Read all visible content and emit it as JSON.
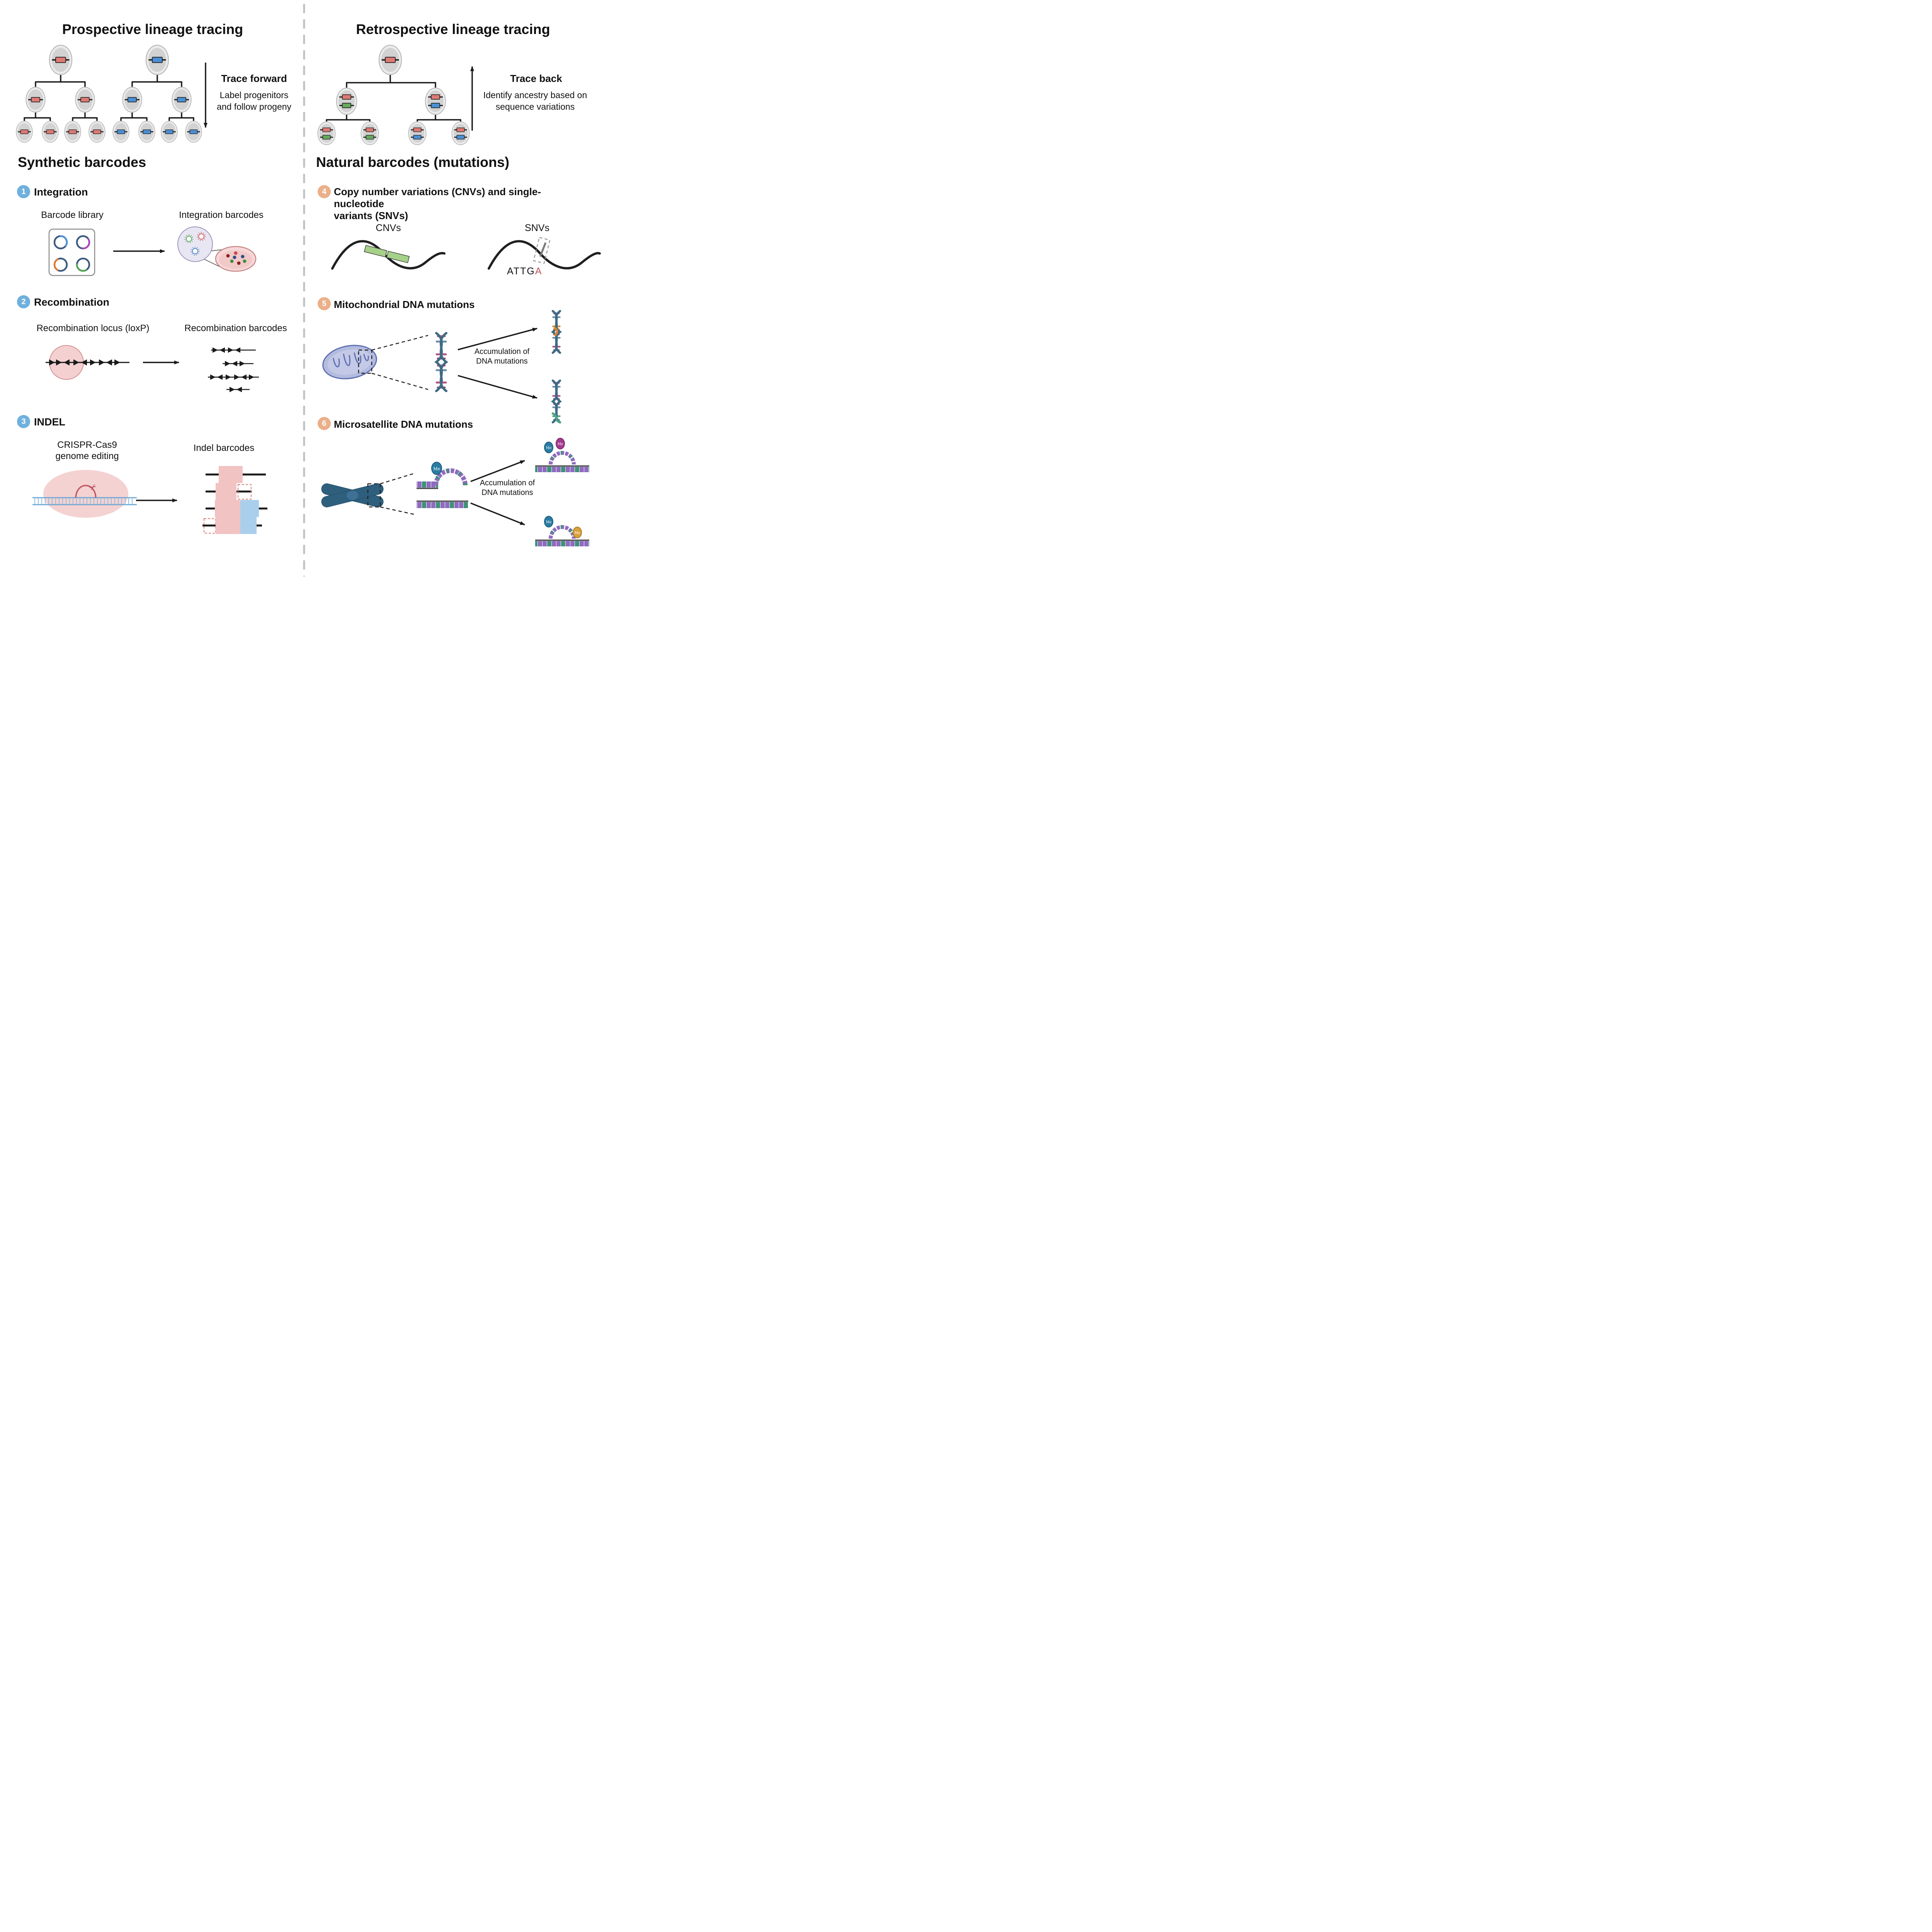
{
  "left_panel": {
    "title": "Prospective lineage tracing",
    "trace": {
      "title": "Trace forward",
      "desc1": "Label progenitors",
      "desc2": "and follow progeny"
    },
    "section_title": "Synthetic barcodes",
    "item1": {
      "number": "1",
      "label": "Integration",
      "left_label": "Barcode library",
      "right_label": "Integration barcodes"
    },
    "item2": {
      "number": "2",
      "label": "Recombination",
      "left_label": "Recombination locus (loxP)",
      "right_label": "Recombination barcodes"
    },
    "item3": {
      "number": "3",
      "label": "INDEL",
      "left_label1": "CRISPR-Cas9",
      "left_label2": "genome editing",
      "right_label": "Indel barcodes"
    }
  },
  "right_panel": {
    "title": "Retrospective lineage tracing",
    "trace": {
      "title": "Trace back",
      "desc1": "Identify ancestry based on",
      "desc2": "sequence variations"
    },
    "section_title": "Natural barcodes (mutations)",
    "item4": {
      "number": "4",
      "label1": "Copy number variations (CNVs) and single-nucleotide",
      "label2": "variants (SNVs)",
      "cnv_label": "CNVs",
      "snv_label": "SNVs",
      "snv_sequence": {
        "black": "ATTG",
        "red": "A"
      }
    },
    "item5": {
      "number": "5",
      "label": "Mitochondrial DNA mutations",
      "annotation1": "Accumulation of",
      "annotation2": "DNA mutations"
    },
    "item6": {
      "number": "6",
      "label": "Microsatellite DNA mutations",
      "annotation1": "Accumulation of",
      "annotation2": "DNA mutations",
      "me_label": "Me"
    }
  },
  "colors": {
    "step_badge_blue": "#6fb0dd",
    "step_badge_orange": "#eab08a",
    "barcode_red": "#dd7a73",
    "barcode_blue": "#4b8fd2",
    "barcode_green": "#66a95d",
    "snv_mutation_red": "#c0565c",
    "cnv_segment_green": "#a5d189",
    "indel_pink": "#f2c3c3",
    "indel_blue": "#aacfec",
    "helix_teal": "#3e6b85",
    "mitochondrion_purple": "#b3bbde",
    "chromosome_blue": "#2e5f7d",
    "methyl_blue": "#2b7ca3",
    "methyl_magenta": "#a3398f",
    "methyl_yellow": "#d9a13b"
  }
}
